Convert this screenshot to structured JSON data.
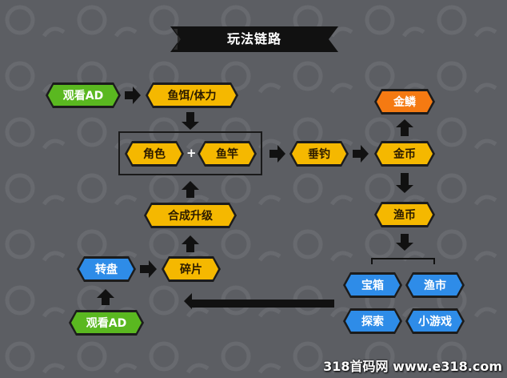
{
  "title": "玩法链路",
  "nodes": {
    "watch_ad_top": "观看AD",
    "bait_stamina": "鱼饵/体力",
    "character": "角色",
    "plus": "+",
    "fishing_rod": "鱼竿",
    "fishing": "垂钓",
    "gold_coin": "金币",
    "gold_scale": "金鳞",
    "fish_coin": "渔币",
    "merge_upgrade": "合成升级",
    "fragment": "碎片",
    "wheel": "转盘",
    "watch_ad_bottom": "观看AD",
    "treasure_box": "宝箱",
    "fish_market": "渔市",
    "explore": "探索",
    "mini_game": "小游戏"
  },
  "footer": "318首码网 www.e318.com",
  "colors": {
    "background": "#5c5e63",
    "yellow": "#f5b800",
    "green": "#5ab820",
    "blue": "#2e8ce8",
    "orange": "#f57a12",
    "arrow": "#111111"
  }
}
